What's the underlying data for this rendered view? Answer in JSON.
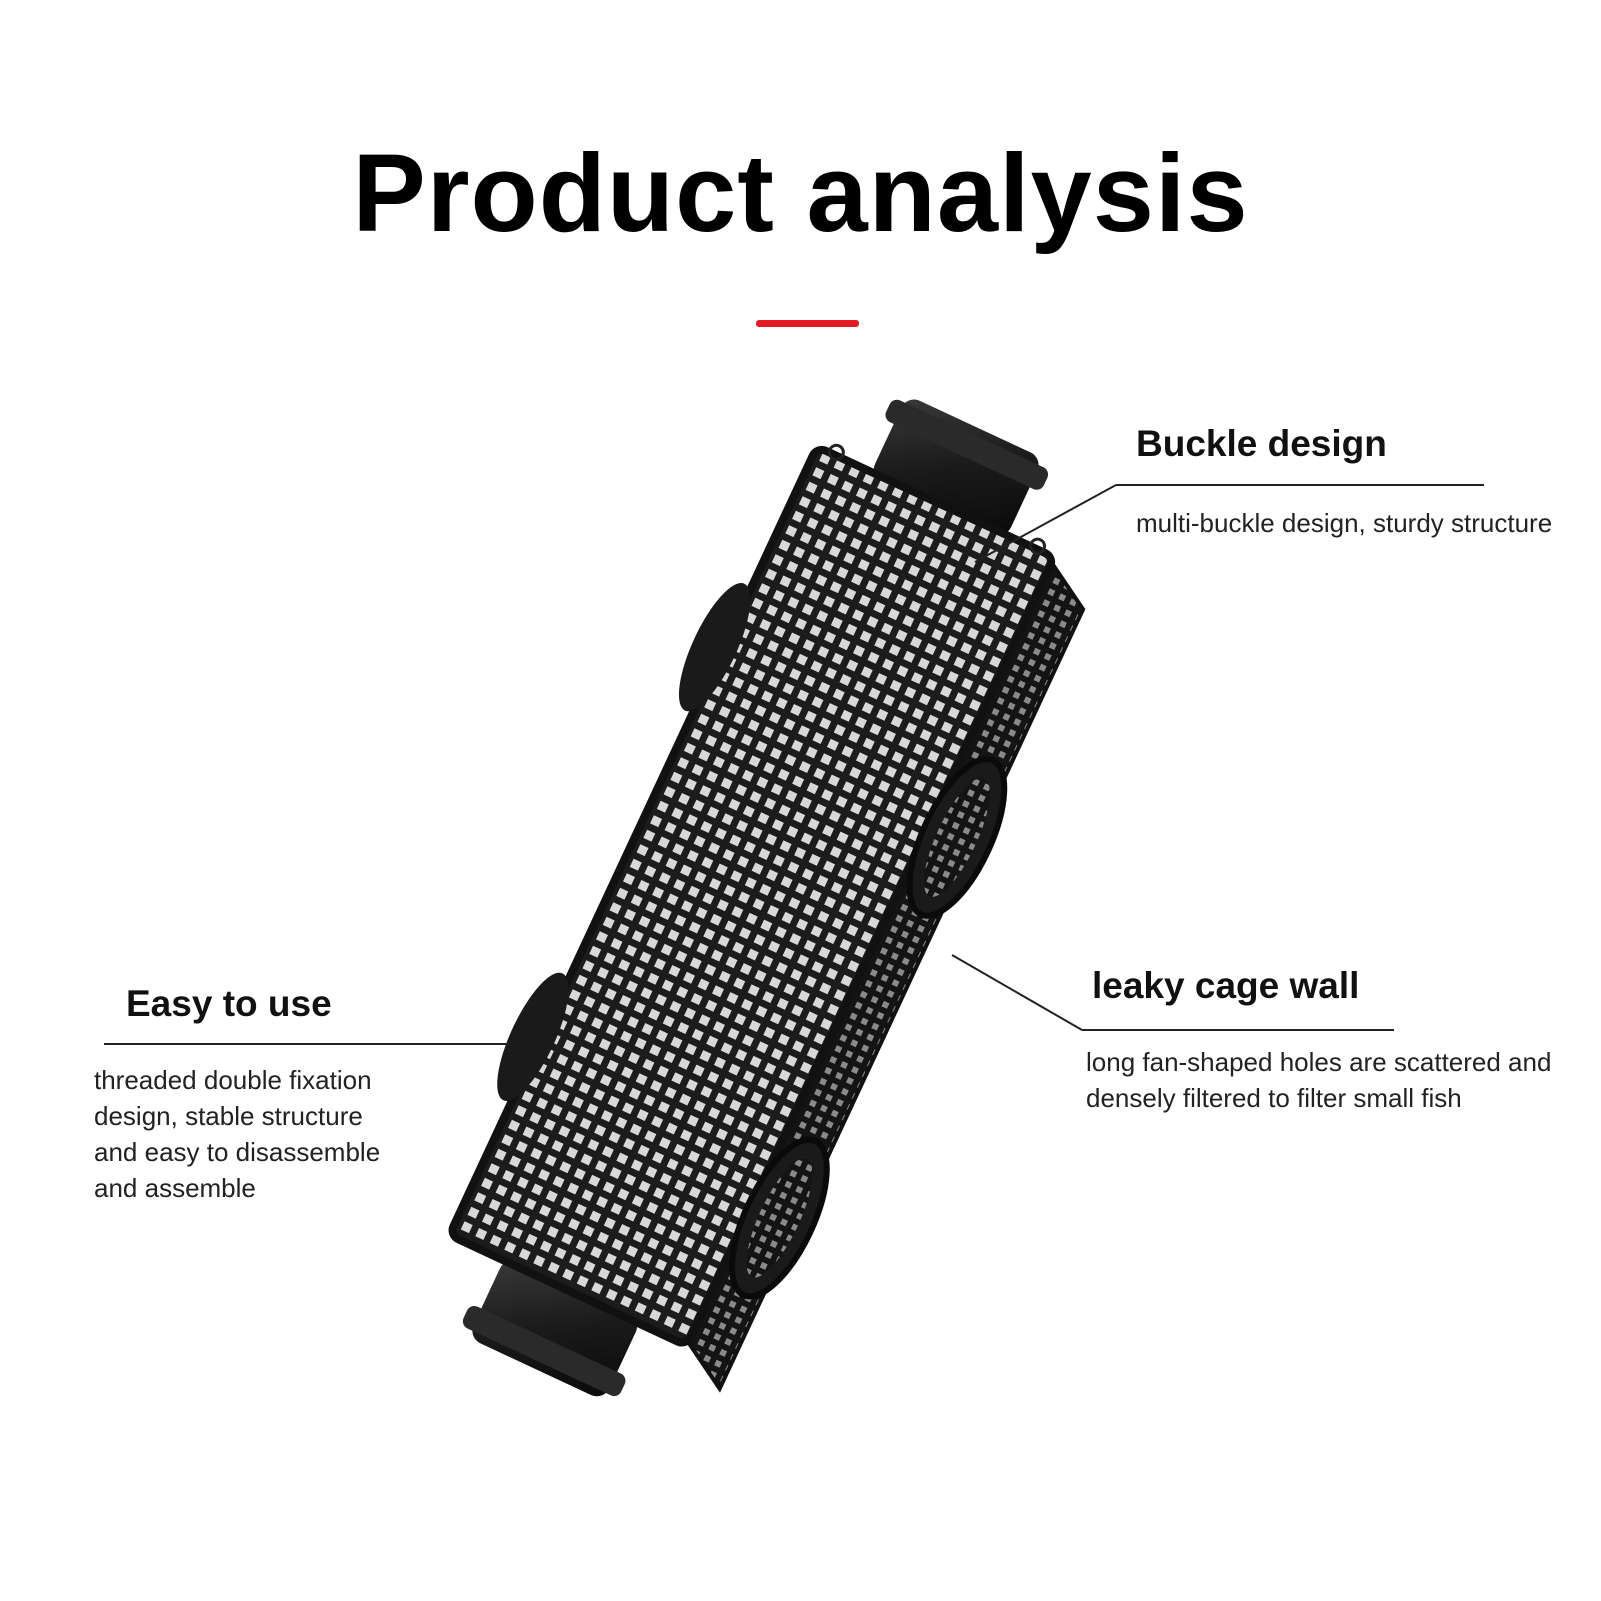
{
  "page": {
    "title": "Product analysis",
    "accent_color": "#e31b23"
  },
  "product_image": {
    "icon": "mesh-filter-cage-icon"
  },
  "callouts": {
    "buckle": {
      "heading": "Buckle design",
      "text": "multi-buckle design, sturdy structure"
    },
    "easy": {
      "heading": "Easy to use",
      "lines": [
        "threaded double fixation",
        "design, stable structure",
        "and easy to disassemble",
        "and assemble"
      ]
    },
    "wall": {
      "heading": "leaky cage wall",
      "lines": [
        "long fan-shaped holes are scattered and",
        "densely filtered to filter small fish"
      ]
    }
  }
}
